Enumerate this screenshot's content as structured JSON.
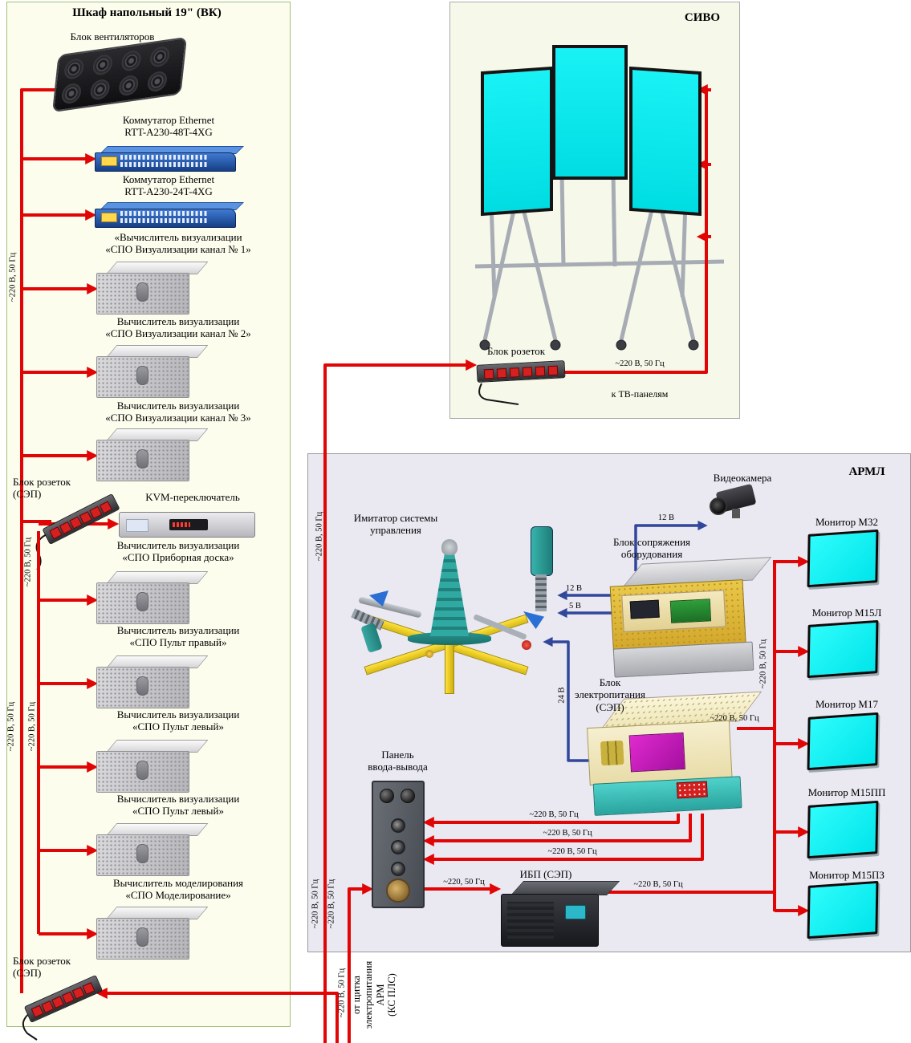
{
  "cabinet": {
    "title": "Шкаф напольный 19\" (ВК)",
    "fan_label": "Блок вентиляторов",
    "switch1_label": "Коммутатор Ethernet\nRTT-A230-48T-4XG",
    "switch2_label": "Коммутатор Ethernet\nRTT-A230-24T-4XG",
    "computers": [
      {
        "label": "«Вычислитель визуализации\n«СПО Визуализации канал № 1»"
      },
      {
        "label": "Вычислитель визуализации\n«СПО Визуализации канал № 2»"
      },
      {
        "label": "Вычислитель визуализации\n«СПО Визуализации канал № 3»"
      },
      {
        "label": "Вычислитель визуализации\n«СПО Приборная доска»"
      },
      {
        "label": "Вычислитель визуализации\n«СПО Пульт правый»"
      },
      {
        "label": "Вычислитель визуализации\n«СПО Пульт левый»"
      },
      {
        "label": "Вычислитель визуализации\n«СПО Пульт левый»"
      },
      {
        "label": "Вычислитель моделирования\n«СПО Моделирование»"
      }
    ],
    "kvm_label": "KVM-переключатель",
    "power_strip1_label": "Блок розеток\n(СЭП)",
    "power_strip2_label": "Блок розеток\n(СЭП)",
    "voltage": "~220 В, 50 Гц"
  },
  "sivo": {
    "title": "СИВО",
    "power_strip_label": "Блок розеток",
    "voltage": "~220 В, 50 Гц",
    "to_tv_label": "к ТВ-панелям"
  },
  "arml": {
    "title": "АРМЛ",
    "camera_label": "Видеокамера",
    "simulator_label": "Имитатор системы\nуправления",
    "interface_label": "Блок сопряжения\nоборудования",
    "psu_label": "Блок\nэлектропитания\n(СЭП)",
    "io_panel_label": "Панель\nввода-вывода",
    "ups_label": "ИБП (СЭП)",
    "monitors": [
      {
        "label": "Монитор М32"
      },
      {
        "label": "Монитор М15Л"
      },
      {
        "label": "Монитор М17"
      },
      {
        "label": "Монитор М15ПП"
      },
      {
        "label": "Монитор М15ПЗ"
      }
    ],
    "v12": "12 В",
    "v5": "5 В",
    "v24": "24 В",
    "voltage": "~220 В, 50 Гц",
    "voltage_short": "~220, 50 Гц",
    "source_label": "от щитка\nэлектропитания\nАРМ\n(КС ПЛС)"
  }
}
